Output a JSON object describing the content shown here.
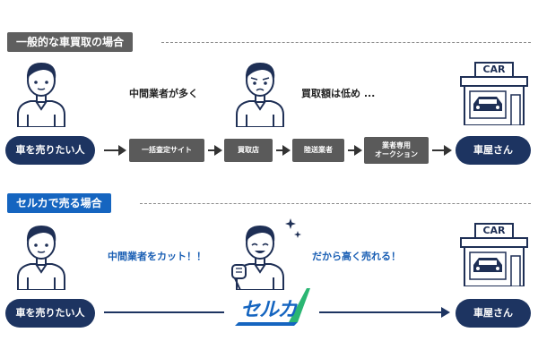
{
  "section_normal": {
    "title": "一般的な車買取の場合",
    "seller_label": "車を売りたい人",
    "caption_left": "中間業者が多く",
    "caption_right": "買取額は低め ...",
    "steps": [
      "一括査定サイト",
      "買取店",
      "陸送業者",
      "業者専用\nオークション"
    ],
    "dealer_label": "車屋さん",
    "car_sign": "CAR"
  },
  "section_selca": {
    "title": "セルカで売る場合",
    "seller_label": "車を売りたい人",
    "caption_left": "中間業者をカット！！",
    "caption_right": "だから高く売れる！",
    "logo_text": "セルカ",
    "dealer_label": "車屋さん",
    "car_sign": "CAR"
  },
  "colors": {
    "navy": "#1d3461",
    "blue_caption": "#1a5fb4",
    "gray_tag": "#5f5f5f",
    "blue_tag": "#1565c0",
    "step_gray": "#5a5a5a"
  }
}
